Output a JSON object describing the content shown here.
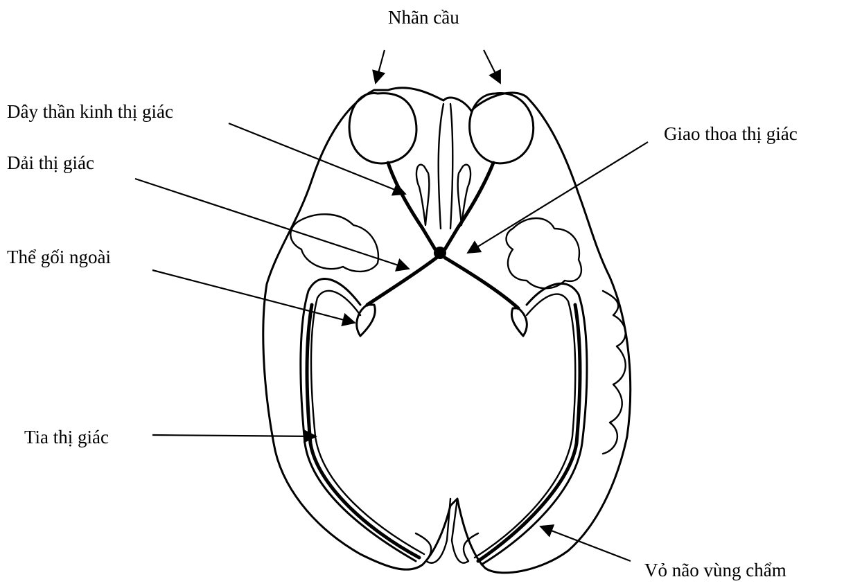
{
  "labels": {
    "eyeballs": "Nhãn cầu",
    "optic_nerve": "Dây thần kinh thị giác",
    "optic_tract": "Dải thị giác",
    "lateral_geniculate": "Thể gối ngoài",
    "optic_radiation": "Tia thị giác",
    "optic_chiasm": "Giao thoa thị giác",
    "occipital_cortex": "Vỏ não vùng chẩm"
  },
  "colors": {
    "ink": "#000000",
    "background": "#ffffff"
  }
}
